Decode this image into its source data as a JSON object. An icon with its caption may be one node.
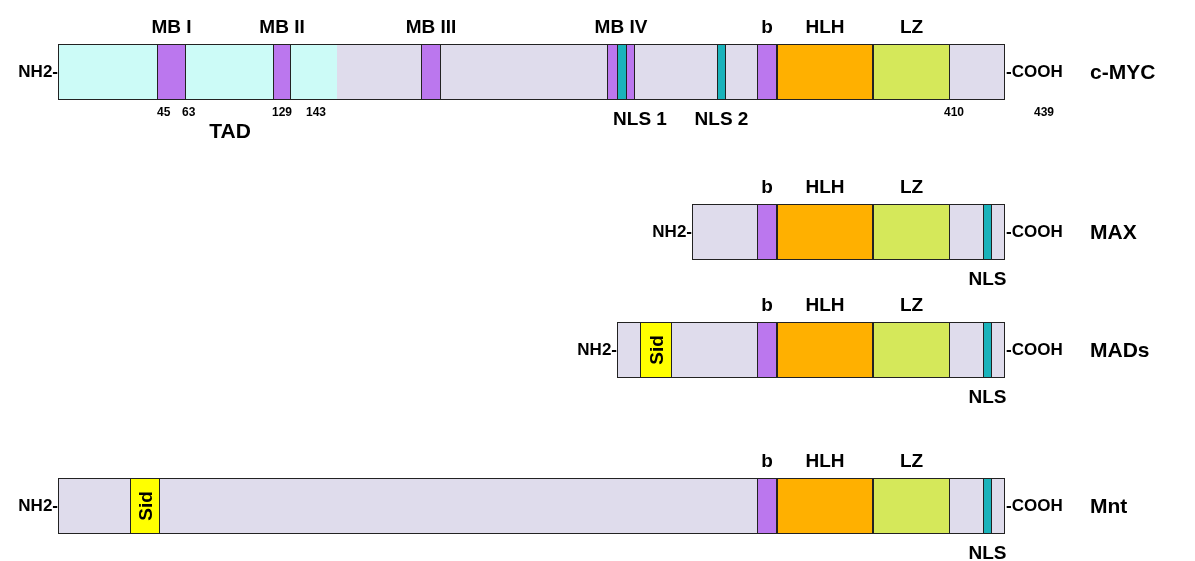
{
  "diagram": {
    "nodes": [
      {
        "text": [],
        "shape": "bar",
        "beside": [
          "NH2-",
          "-COOH",
          "c-MYC"
        ]
      },
      {
        "text": [
          "TAD"
        ],
        "in": 0
      },
      {
        "text": [
          "MB I"
        ],
        "in": 1
      },
      {
        "text": [
          "MB II"
        ],
        "in": 1
      },
      {
        "text": [
          "MB III"
        ],
        "in": 0
      },
      {
        "text": [
          "MB IV"
        ],
        "in": 0
      },
      {
        "text": [
          "NLS 1"
        ],
        "in": 5
      },
      {
        "text": [
          "NLS 2"
        ],
        "in": 0
      },
      {
        "text": [
          "b"
        ],
        "in": 0
      },
      {
        "text": [
          "HLH"
        ],
        "in": 0
      },
      {
        "text": [
          "LZ"
        ],
        "in": 0
      },
      {
        "text": [],
        "shape": "bar",
        "beside": [
          "NH2-",
          "-COOH",
          "MAX"
        ]
      },
      {
        "text": [
          "b"
        ],
        "in": 11
      },
      {
        "text": [
          "HLH"
        ],
        "in": 11
      },
      {
        "text": [
          "LZ"
        ],
        "in": 11
      },
      {
        "text": [
          "NLS"
        ],
        "in": 11
      },
      {
        "text": [],
        "shape": "bar",
        "beside": [
          "NH2-",
          "-COOH",
          "MADs"
        ]
      },
      {
        "text": [
          "Sid"
        ],
        "in": 16
      },
      {
        "text": [
          "b"
        ],
        "in": 16
      },
      {
        "text": [
          "HLH"
        ],
        "in": 16
      },
      {
        "text": [
          "LZ"
        ],
        "in": 16
      },
      {
        "text": [
          "NLS"
        ],
        "in": 16
      },
      {
        "text": [],
        "shape": "bar",
        "beside": [
          "NH2-",
          "-COOH",
          "Mnt"
        ]
      },
      {
        "text": [
          "Sid"
        ],
        "in": 22
      },
      {
        "text": [
          "b"
        ],
        "in": 22
      },
      {
        "text": [
          "HLH"
        ],
        "in": 22
      },
      {
        "text": [
          "LZ"
        ],
        "in": 22
      },
      {
        "text": [
          "NLS"
        ],
        "in": 22
      }
    ],
    "labels": [
      "45",
      "63",
      "129",
      "143",
      "410",
      "439"
    ]
  }
}
